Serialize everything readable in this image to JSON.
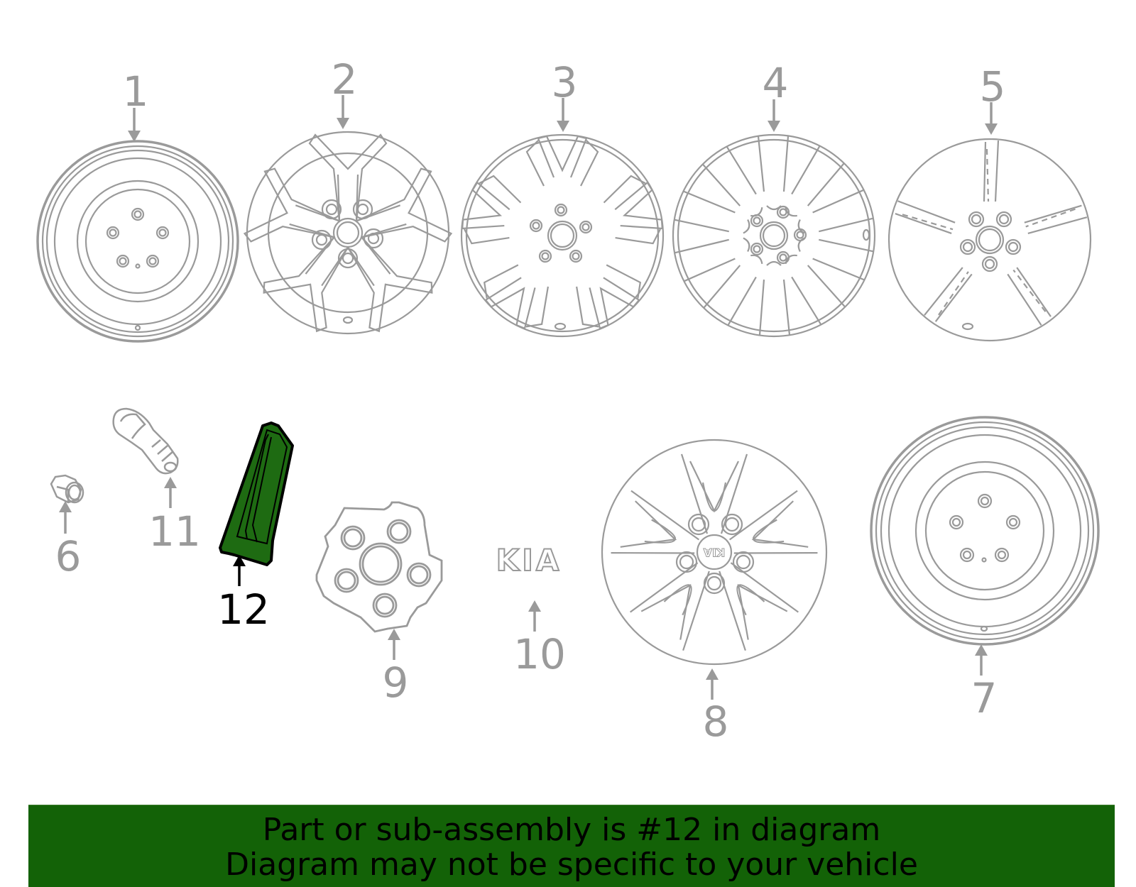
{
  "diagram": {
    "callouts": [
      {
        "number": "1",
        "part": "steel-wheel",
        "highlighted": false
      },
      {
        "number": "2",
        "part": "alloy-wheel-double-five-spoke",
        "highlighted": false
      },
      {
        "number": "3",
        "part": "alloy-wheel-ten-spoke",
        "highlighted": false
      },
      {
        "number": "4",
        "part": "alloy-wheel-ten-spoke-b",
        "highlighted": false
      },
      {
        "number": "5",
        "part": "alloy-wheel-five-spoke",
        "highlighted": false
      },
      {
        "number": "6",
        "part": "lug-nut",
        "highlighted": false
      },
      {
        "number": "7",
        "part": "spare-steel-wheel",
        "highlighted": false
      },
      {
        "number": "8",
        "part": "alloy-wheel-split-spoke",
        "highlighted": false
      },
      {
        "number": "9",
        "part": "center-cap",
        "highlighted": false
      },
      {
        "number": "10",
        "part": "kia-emblem",
        "highlighted": false
      },
      {
        "number": "11",
        "part": "valve-stem",
        "highlighted": false
      },
      {
        "number": "12",
        "part": "spoke-insert",
        "highlighted": true
      }
    ],
    "emblem_text": "KIA",
    "hub_emblem_text": "KIA",
    "colors": {
      "line": "#9a9a9a",
      "highlight_fill": "#1e6b12",
      "highlight_stroke": "#000000",
      "banner": "#136207",
      "banner_text": "#000000"
    }
  },
  "banner": {
    "line1": "Part or sub-assembly is #12 in diagram",
    "line2": "Diagram may not be specific to your vehicle"
  }
}
